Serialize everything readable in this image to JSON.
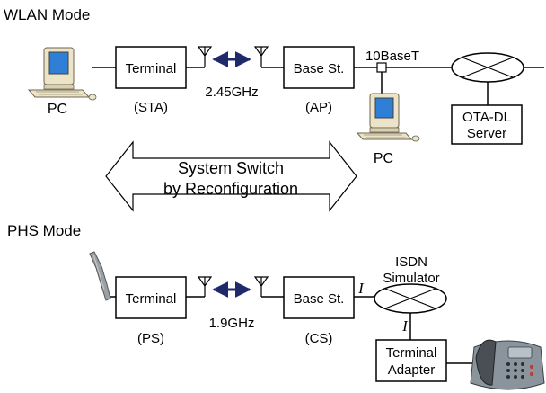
{
  "wlan": {
    "title": "WLAN Mode",
    "pc_left": "PC",
    "terminal": "Terminal",
    "terminal_sub": "(STA)",
    "freq": "2.45GHz",
    "base": "Base St.",
    "base_sub": "(AP)",
    "ethernet": "10BaseT",
    "pc_lan": "PC",
    "server_line1": "OTA-DL",
    "server_line2": "Server"
  },
  "switch": {
    "line1": "System Switch",
    "line2": "by Reconfiguration"
  },
  "phs": {
    "title": "PHS Mode",
    "terminal": "Terminal",
    "terminal_sub": "(PS)",
    "freq": "1.9GHz",
    "base": "Base St.",
    "base_sub": "(CS)",
    "isdn_line1": "ISDN",
    "isdn_line2": "Simulator",
    "iface_1": "I",
    "iface_2": "I",
    "adapter_line1": "Terminal",
    "adapter_line2": "Adapter"
  },
  "colors": {
    "arrow": "#1f2a6b",
    "pc_body": "#ece4c8",
    "pc_screen": "#2f7fd6",
    "phone_body": "#8a949c",
    "phone_handset": "#4a4f55"
  }
}
